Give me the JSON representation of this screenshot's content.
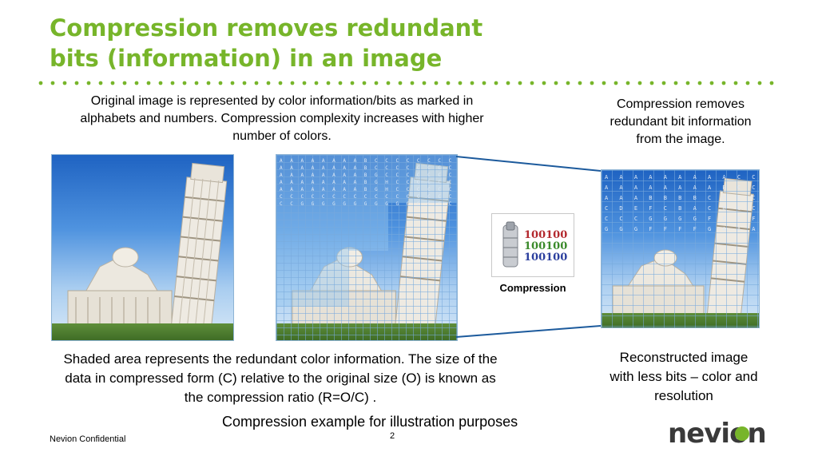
{
  "slide": {
    "title_line1": "Compression removes redundant",
    "title_line2": "bits (information) in an image",
    "accent_color": "#77b52a",
    "text_top_left": "Original image is represented by color information/bits as marked in alphabets and numbers. Compression complexity increases with higher number of colors.",
    "text_top_right": "Compression removes redundant bit information from the image.",
    "text_bottom_left": "Shaded area represents the redundant color information. The size of the data in compressed form (C) relative to the original size (O) is known as the compression ratio (R=O/C) .",
    "text_bottom_right": "Reconstructed image with less bits – color and resolution",
    "compression_label": "Compression",
    "caption": "Compression example for illustration purposes",
    "footer": "Nevion Confidential",
    "page_number": "2",
    "logo_text": "nevion",
    "icon_bits": [
      "100100",
      "100100",
      "100100"
    ],
    "grid_codes_middle": "A A A A A A A A B C C C C C C C C\nA A A A A A A A B C C C C C C C C\nA A A A A A A A B G C C C C C C C\nA A A A A A A A B G H C C C C C C\nA A A A A A A A B G H C C C C C C\nC C C C C C C C C C C C C C C C C\nC C G G G G G G G G G G G C C C C",
    "grid_codes_right": "A A A A A A A A A C C C C C\nA A A A A A A A B C C C C C\nA A A B B B B C C C C C C C\nC D E F C B A C B C C C C C\nC C C G G G G F F F F C H H\nG G G F F F F G A A A A G H"
  }
}
